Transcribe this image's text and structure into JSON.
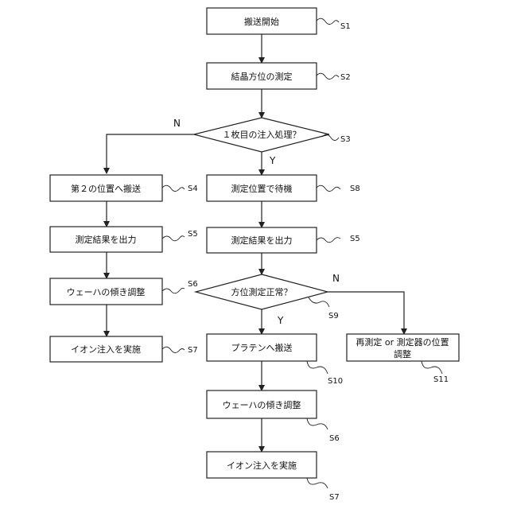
{
  "nodes": {
    "start": {
      "text": "搬送開始",
      "step": "S1"
    },
    "measure": {
      "text": "結晶方位の測定",
      "step": "S2"
    },
    "first": {
      "text": "１枚目の注入処理？",
      "step": "S3"
    },
    "l_move": {
      "text": "第２の位置へ搬送",
      "step": "S4"
    },
    "l_output": {
      "text": "測定結果を出力",
      "step": "S5"
    },
    "l_tilt": {
      "text": "ウェーハの傾き調整",
      "step": "S6"
    },
    "l_implant": {
      "text": "イオン注入を実施",
      "step": "S7"
    },
    "wait": {
      "text": "測定位置で待機",
      "step": "S8"
    },
    "r_output": {
      "text": "測定結果を出力",
      "step": "S5"
    },
    "check": {
      "text": "方位測定正常？",
      "step": "S9"
    },
    "platen": {
      "text": "プラテンへ搬送",
      "step": "S10"
    },
    "remeasure": {
      "line1": "再測定 or 測定器の位置",
      "line2": "調整",
      "step": "S11"
    },
    "r_tilt": {
      "text": "ウェーハの傾き調整",
      "step": "S6"
    },
    "r_implant": {
      "text": "イオン注入を実施",
      "step": "S7"
    }
  },
  "branches": {
    "first_no": "N",
    "first_yes": "Y",
    "check_no": "N",
    "check_yes": "Y"
  }
}
